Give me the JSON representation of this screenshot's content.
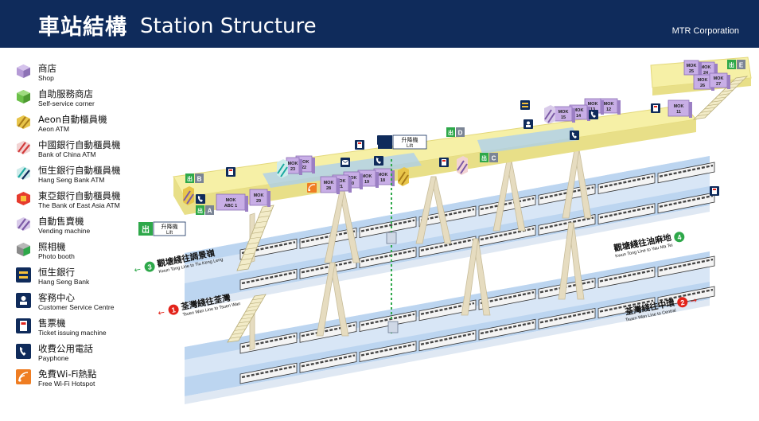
{
  "header": {
    "title_zh": "車站結構",
    "title_en": "Station Structure",
    "corporation": "MTR Corporation",
    "background_color": "#0f2b5b"
  },
  "legend": [
    {
      "zh": "商店",
      "en": "Shop",
      "icon": "shop-icon",
      "color": "#b59ad6"
    },
    {
      "zh": "自助服務商店",
      "en": "Self-service corner",
      "icon": "self-service-icon",
      "color": "#6cc04a"
    },
    {
      "zh": "Aeon自動櫃員機",
      "en": "Aeon ATM",
      "icon": "aeon-atm-icon",
      "color": "#e8c54a"
    },
    {
      "zh": "中國銀行自動櫃員機",
      "en": "Bank of China ATM",
      "icon": "boc-atm-icon",
      "color": "#d23b3b"
    },
    {
      "zh": "恒生銀行自動櫃員機",
      "en": "Hang Seng Bank ATM",
      "icon": "hangseng-atm-icon",
      "color": "#1aa8a0"
    },
    {
      "zh": "東亞銀行自動櫃員機",
      "en": "The Bank of East Asia ATM",
      "icon": "bea-atm-icon",
      "color": "#e63b2e"
    },
    {
      "zh": "自動售賣機",
      "en": "Vending machine",
      "icon": "vending-machine-icon",
      "color": "#7b5aa6"
    },
    {
      "zh": "照相機",
      "en": "Photo booth",
      "icon": "photo-booth-icon",
      "color": "#8a8a8a"
    },
    {
      "zh": "恒生銀行",
      "en": "Hang Seng Bank",
      "icon": "hangseng-bank-icon",
      "color": "#0f2b5b"
    },
    {
      "zh": "客務中心",
      "en": "Customer Service Centre",
      "icon": "customer-service-icon",
      "color": "#0f2b5b"
    },
    {
      "zh": "售票機",
      "en": "Ticket issuing machine",
      "icon": "ticket-machine-icon",
      "color": "#0f2b5b"
    },
    {
      "zh": "收費公用電話",
      "en": "Payphone",
      "icon": "payphone-icon",
      "color": "#0f2b5b"
    },
    {
      "zh": "免費Wi-Fi熱點",
      "en": "Free Wi-Fi Hotspot",
      "icon": "wifi-hotspot-icon",
      "color": "#ef7d22"
    }
  ],
  "exits": [
    "A",
    "B",
    "C",
    "D",
    "E"
  ],
  "exit_symbol": "出",
  "lift": {
    "zh": "升降機",
    "en": "Lift"
  },
  "shops": [
    "MOK 11",
    "MOK 12",
    "MOK 13",
    "MOK 14",
    "MOK 15",
    "MOK 18",
    "MOK 19",
    "MOK 20",
    "MOK 21",
    "MOK 22",
    "MOK 23",
    "MOK 24",
    "MOK 25",
    "MOK 26",
    "MOK 27",
    "MOK 28",
    "MOK 29",
    "MOK ABC 1"
  ],
  "platforms": [
    {
      "num": "3",
      "zh": "觀塘綫往調景嶺",
      "en": "Kwun Tong Line to Tiu Keng Leng",
      "color": "#2ea84a",
      "side": "left"
    },
    {
      "num": "4",
      "zh": "觀塘綫往油麻地",
      "en": "Kwun Tong Line to Yau Ma Tei",
      "color": "#2ea84a",
      "side": "right"
    },
    {
      "num": "1",
      "zh": "荃灣綫往荃灣",
      "en": "Tsuen Wan Line to Tsuen Wan",
      "color": "#e2231a",
      "side": "left"
    },
    {
      "num": "2",
      "zh": "荃灣綫往中環",
      "en": "Tsuen Wan Line to Central",
      "color": "#e2231a",
      "side": "right"
    }
  ],
  "colors": {
    "concourse": "#f6f0a6",
    "platform": "#c9ddf5",
    "track": "#4aa0e8",
    "pillar": "#e6dcc0",
    "kwun_tong_line": "#2ea84a",
    "tsuen_wan_line": "#e2231a",
    "exit_green": "#2ea84a"
  }
}
